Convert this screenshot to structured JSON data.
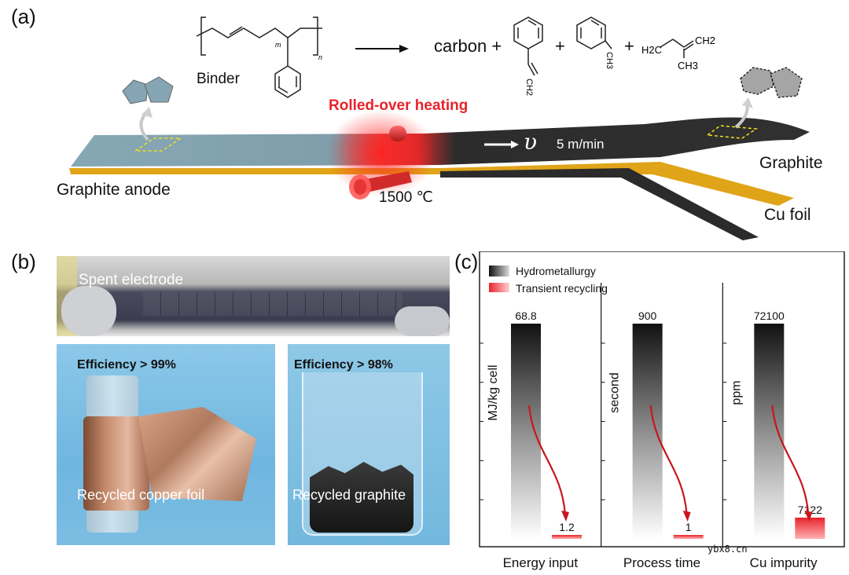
{
  "panel_a": {
    "label": "(a)",
    "binder_label": "Binder",
    "poly_m": "m",
    "poly_n": "n",
    "products": {
      "carbon": "carbon +",
      "plus1": "+",
      "plus2": "+",
      "vinyl_sub": "CH2",
      "methyl_sub": "CH3",
      "isoprene_left": "H2C",
      "isoprene_right": "CH2",
      "isoprene_methyl": "CH3"
    },
    "heating_label": "Rolled-over heating",
    "speed_symbol": "υ",
    "speed_value": "5 m/min",
    "temperature": "1500 ℃",
    "anode_label": "Graphite anode",
    "graphite_label": "Graphite",
    "cu_label": "Cu foil",
    "colors": {
      "heating": "#e8232c",
      "electrode": "#86a8b4",
      "graphite": "#2b2b2b",
      "copper": "#e0a418"
    }
  },
  "panel_b": {
    "label": "(b)",
    "spent_label": "Spent electrode",
    "left_efficiency": "Efficiency > 99%",
    "left_caption": "Recycled copper foil",
    "right_efficiency": "Efficiency > 98%",
    "right_caption": "Recycled graphite"
  },
  "panel_c": {
    "label": "(c)",
    "legend": [
      "Hydrometallurgy",
      "Transient recycling"
    ],
    "colors": {
      "hydro": "#111111",
      "transient": "#e8232c",
      "arrow": "#c8161e"
    },
    "chart_data": [
      {
        "type": "bar",
        "category": "Energy input",
        "ylabel": "MJ/kg cell",
        "series": [
          {
            "name": "Hydrometallurgy",
            "values": [
              68.8
            ]
          },
          {
            "name": "Transient recycling",
            "values": [
              1.2
            ]
          }
        ],
        "labels": [
          "68.8",
          "1.2"
        ]
      },
      {
        "type": "bar",
        "category": "Process time",
        "ylabel": "second",
        "series": [
          {
            "name": "Hydrometallurgy",
            "values": [
              900
            ]
          },
          {
            "name": "Transient recycling",
            "values": [
              1
            ]
          }
        ],
        "labels": [
          "900",
          "1"
        ]
      },
      {
        "type": "bar",
        "category": "Cu impurity",
        "ylabel": "ppm",
        "series": [
          {
            "name": "Hydrometallurgy",
            "values": [
              72100
            ]
          },
          {
            "name": "Transient recycling",
            "values": [
              7122
            ]
          }
        ],
        "labels": [
          "72100",
          "7122"
        ]
      }
    ]
  },
  "watermark": "ybx8.cn"
}
